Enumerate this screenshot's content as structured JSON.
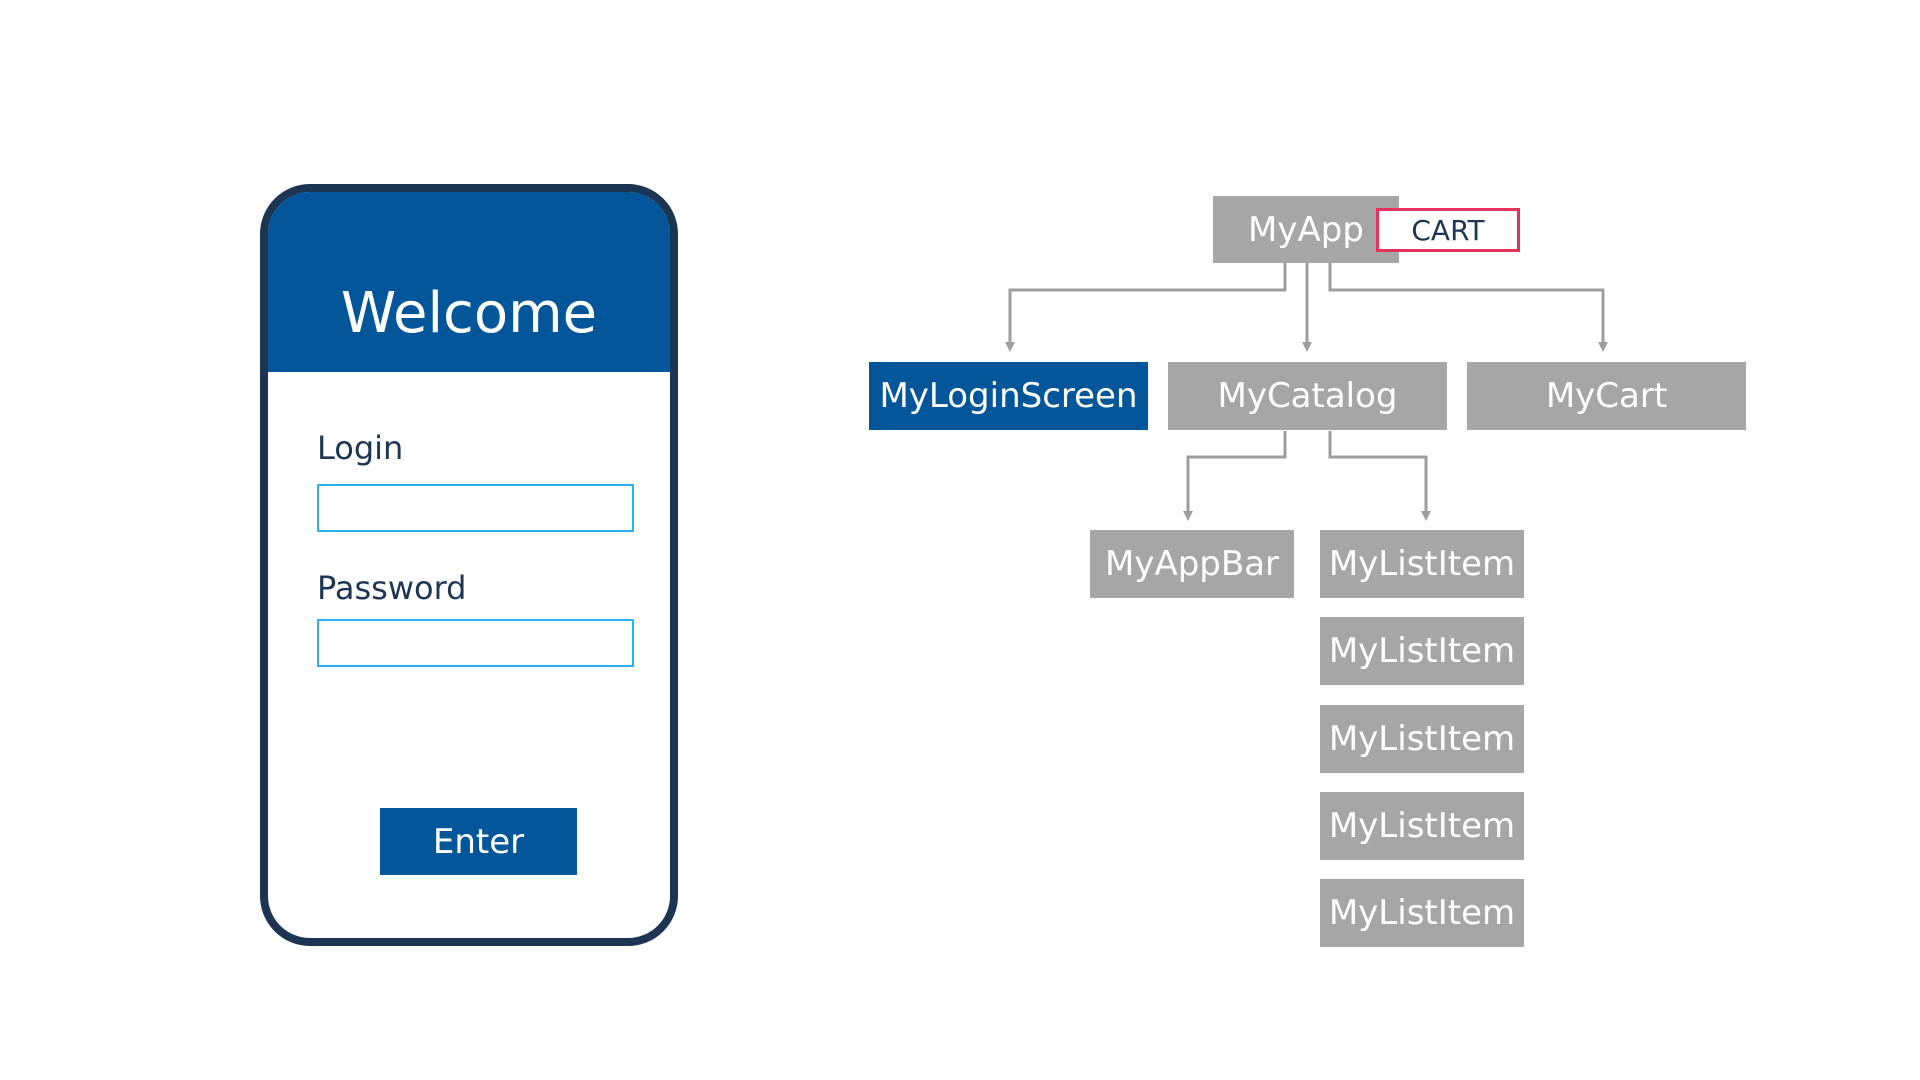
{
  "phone": {
    "title": "Welcome",
    "login_label": "Login",
    "login_value": "",
    "password_label": "Password",
    "password_value": "",
    "enter_label": "Enter"
  },
  "tree": {
    "root": "MyApp",
    "state_tag": "CART",
    "children": {
      "login_screen": "MyLoginScreen",
      "catalog": "MyCatalog",
      "cart": "MyCart"
    },
    "catalog_children": {
      "app_bar": "MyAppBar",
      "list_items": [
        "MyListItem",
        "MyListItem",
        "MyListItem",
        "MyListItem",
        "MyListItem"
      ]
    }
  },
  "colors": {
    "brand_blue": "#03569a",
    "node_gray": "#a6a6a6",
    "phone_frame": "#1c3553",
    "input_border": "#29b3ee",
    "state_highlight": "#e5315d",
    "connector": "#9e9e9e"
  }
}
